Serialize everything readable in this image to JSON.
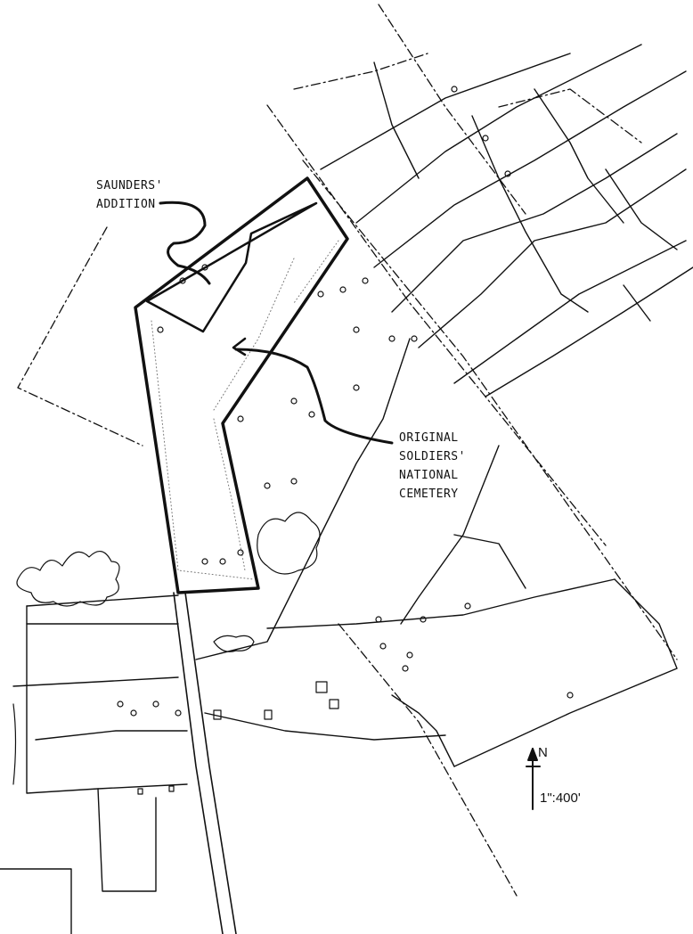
{
  "map": {
    "labels": {
      "saunders_line1": "SAUNDERS'",
      "saunders_line2": "ADDITION",
      "original_line1": "ORIGINAL",
      "original_line2": "SOLDIERS'",
      "original_line3": "NATIONAL",
      "original_line4": "CEMETERY"
    },
    "north_label": "N",
    "scale_text": "1\":400'",
    "colors": {
      "ink": "#111111",
      "paper": "#ffffff"
    }
  }
}
